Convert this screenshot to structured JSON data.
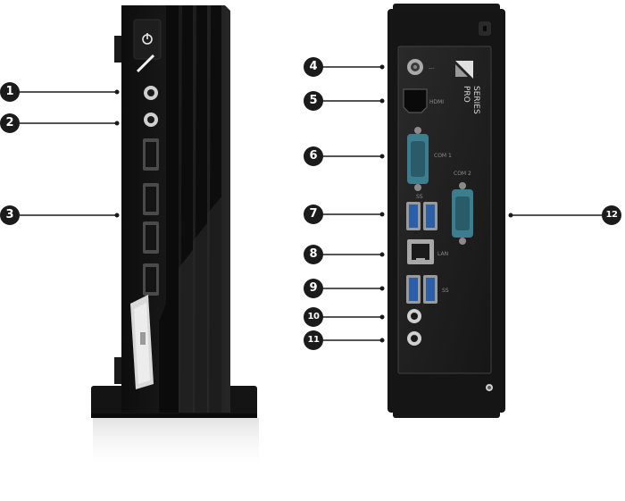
{
  "callouts": {
    "c1": "1",
    "c2": "2",
    "c3": "3",
    "c4": "4",
    "c5": "5",
    "c6": "6",
    "c7": "7",
    "c8": "8",
    "c9": "9",
    "c10": "10",
    "c11": "11",
    "c12": "12"
  },
  "brand": {
    "line1": "PRO",
    "line2": "SERIES"
  },
  "port_labels": {
    "dc": "---",
    "hdmi": "HDMI",
    "com1": "COM 1",
    "com2": "COM 2",
    "usb_top": "SS",
    "lan": "LAN",
    "usb_bottom": "SS"
  },
  "colors": {
    "chassis": "#151515",
    "panel": "#222222",
    "usb_blue": "#2b5fa8",
    "serial_teal": "#3c7e90",
    "callout": "#1b1b1b"
  }
}
